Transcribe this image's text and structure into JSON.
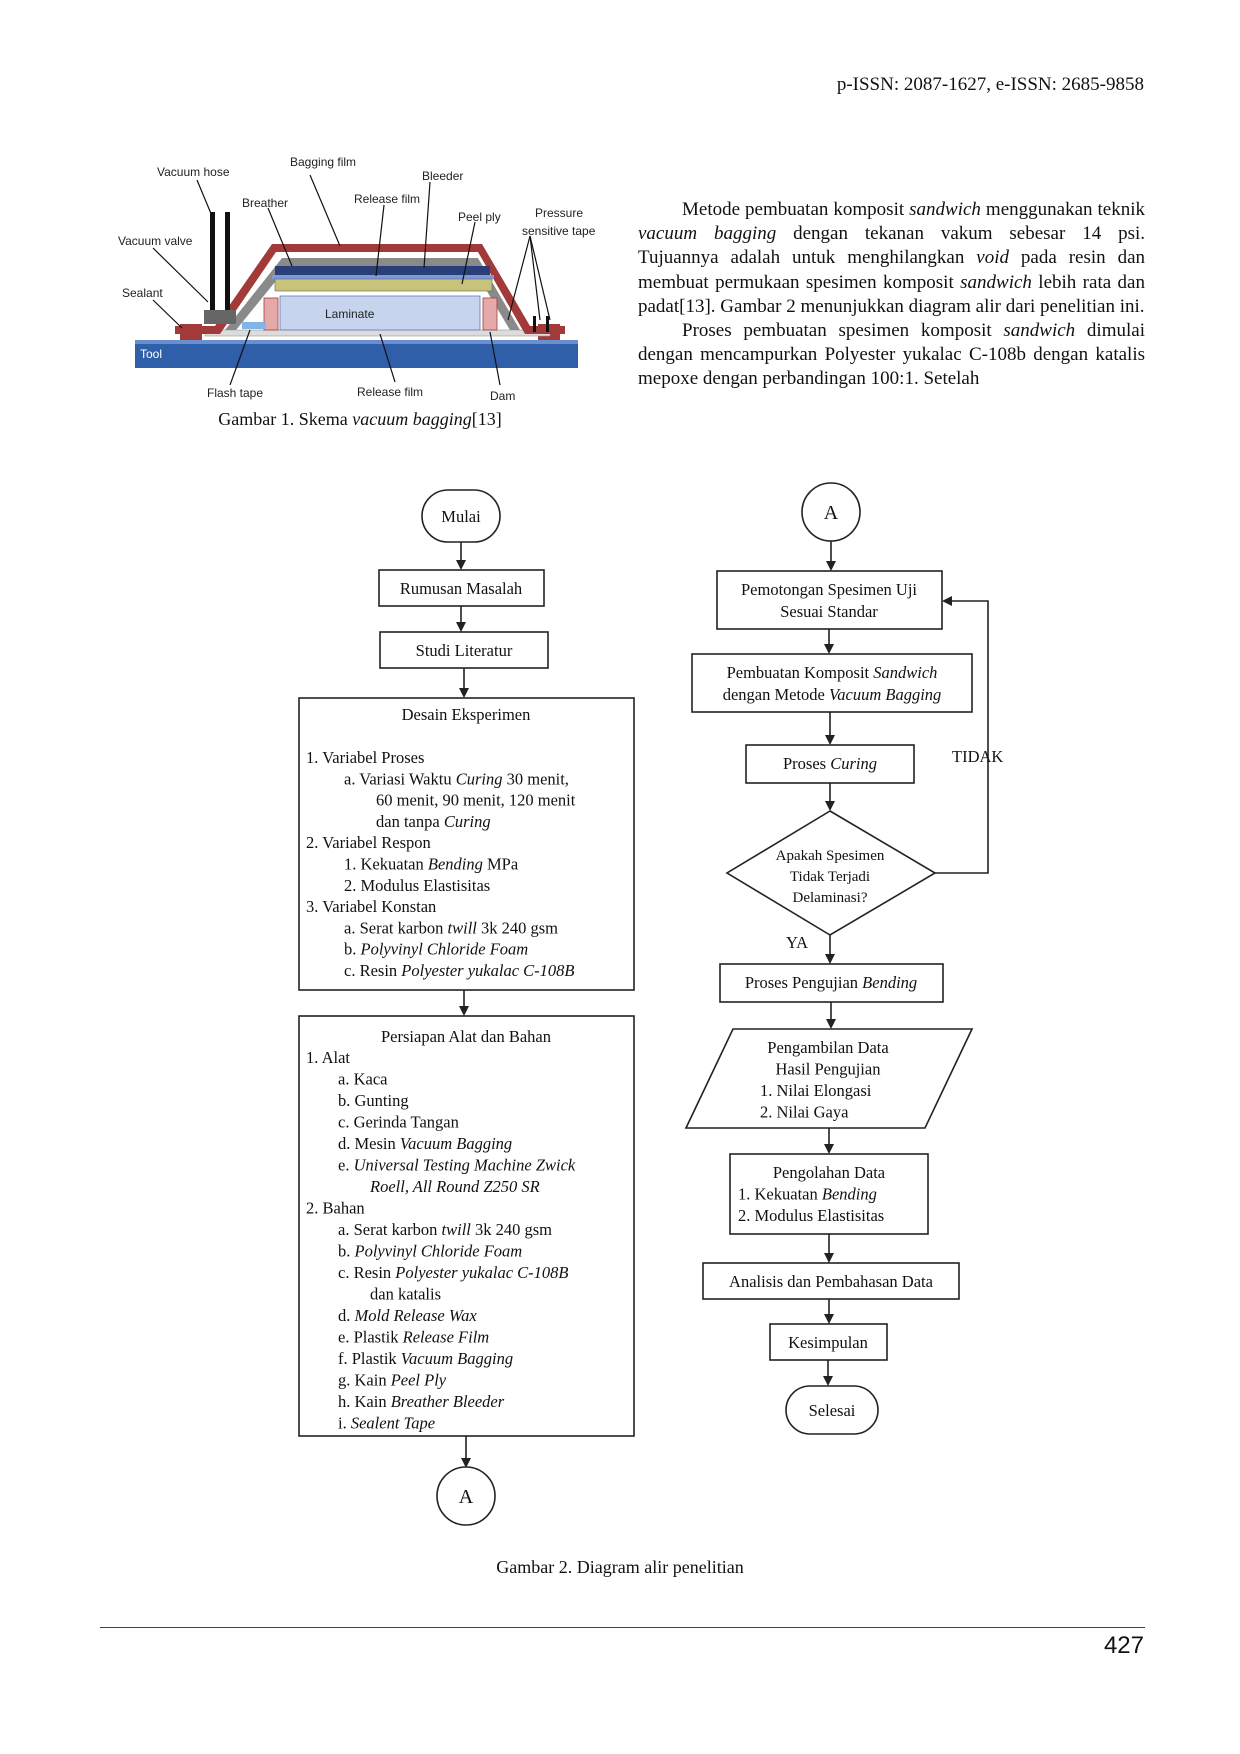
{
  "header": {
    "issn": "p-ISSN: 2087-1627, e-ISSN: 2685-9858"
  },
  "figure1": {
    "labels": {
      "vacuum_hose": "Vacuum hose",
      "bagging_film": "Bagging film",
      "bleeder": "Bleeder",
      "breather": "Breather",
      "release_film_top": "Release film",
      "peel_ply": "Peel ply",
      "pressure_tape_1": "Pressure",
      "pressure_tape_2": "sensitive tape",
      "vacuum_valve": "Vacuum valve",
      "sealant": "Sealant",
      "laminate": "Laminate",
      "tool": "Tool",
      "flash_tape": "Flash tape",
      "release_film_bottom": "Release film",
      "dam": "Dam"
    },
    "caption_prefix": "Gambar 1. Skema ",
    "caption_italic": "vacuum bagging",
    "caption_suffix": "[13]"
  },
  "body_text": {
    "p1": [
      {
        "t": "Metode pembuatan komposit "
      },
      {
        "t": "sandwich",
        "i": true
      },
      {
        "t": " menggunakan teknik "
      },
      {
        "t": "vacuum bagging",
        "i": true
      },
      {
        "t": " dengan tekanan vakum sebesar 14 psi. Tujuannya adalah untuk menghilangkan "
      },
      {
        "t": "void",
        "i": true
      },
      {
        "t": " pada resin dan membuat permukaan spesimen komposit "
      },
      {
        "t": "sandwich",
        "i": true
      },
      {
        "t": " lebih rata dan padat[13]. Gambar 2 menunjukkan diagram alir dari penelitian ini."
      }
    ],
    "p2": [
      {
        "t": "Proses pembuatan spesimen komposit "
      },
      {
        "t": "sandwich",
        "i": true
      },
      {
        "t": " dimulai dengan mencampurkan Polyester yukalac C-108b dengan katalis mepoxe dengan perbandingan 100:1. Setelah"
      }
    ]
  },
  "flowchart": {
    "left": {
      "start": "Mulai",
      "rumusan": "Rumusan Masalah",
      "studi": "Studi Literatur",
      "desain_title": "Desain Eksperimen",
      "desain_lines": [
        [
          {
            "t": "1.   Variabel Proses"
          }
        ],
        [
          {
            "t": "a.   Variasi Waktu "
          },
          {
            "t": "Curing",
            "i": true
          },
          {
            "t": " 30 menit,"
          }
        ],
        [
          {
            "t": "60 menit, 90 menit, 120 menit"
          }
        ],
        [
          {
            "t": "dan tanpa "
          },
          {
            "t": "Curing",
            "i": true
          }
        ],
        [
          {
            "t": "2.   Variabel Respon"
          }
        ],
        [
          {
            "t": "1.   Kekuatan "
          },
          {
            "t": "Bending",
            "i": true
          },
          {
            "t": " MPa"
          }
        ],
        [
          {
            "t": "2.   Modulus Elastisitas"
          }
        ],
        [
          {
            "t": "3.   Variabel Konstan"
          }
        ],
        [
          {
            "t": "a.   Serat karbon "
          },
          {
            "t": "twill",
            "i": true
          },
          {
            "t": " 3k 240 gsm"
          }
        ],
        [
          {
            "t": "b.   "
          },
          {
            "t": "Polyvinyl Chloride Foam",
            "i": true
          }
        ],
        [
          {
            "t": "c.   Resin "
          },
          {
            "t": "Polyester yukalac C-108B",
            "i": true
          }
        ]
      ],
      "persiapan_title": "Persiapan Alat dan Bahan",
      "persiapan_lines": [
        [
          {
            "t": "1.   Alat"
          }
        ],
        [
          {
            "t": "a.   Kaca"
          }
        ],
        [
          {
            "t": "b.   Gunting"
          }
        ],
        [
          {
            "t": "c.   Gerinda Tangan"
          }
        ],
        [
          {
            "t": "d.   Mesin "
          },
          {
            "t": "Vacuum Bagging",
            "i": true
          }
        ],
        [
          {
            "t": "e.   "
          },
          {
            "t": "Universal Testing Machine Zwick",
            "i": true
          }
        ],
        [
          {
            "t": "Roell, All Round Z250 SR",
            "i": true
          }
        ],
        [
          {
            "t": "2.   Bahan"
          }
        ],
        [
          {
            "t": "a.   Serat karbon "
          },
          {
            "t": "twill",
            "i": true
          },
          {
            "t": " 3k 240 gsm"
          }
        ],
        [
          {
            "t": "b.   "
          },
          {
            "t": "Polyvinyl Chloride Foam",
            "i": true
          }
        ],
        [
          {
            "t": "c.   Resin "
          },
          {
            "t": "Polyester yukalac C-108B",
            "i": true
          }
        ],
        [
          {
            "t": "dan katalis"
          }
        ],
        [
          {
            "t": "d.   "
          },
          {
            "t": "Mold Release Wax",
            "i": true
          }
        ],
        [
          {
            "t": "e.   Plastik "
          },
          {
            "t": "Release Film",
            "i": true
          }
        ],
        [
          {
            "t": "f.   Plastik "
          },
          {
            "t": "Vacuum Bagging",
            "i": true
          }
        ],
        [
          {
            "t": "g.   Kain "
          },
          {
            "t": "Peel Ply",
            "i": true
          }
        ],
        [
          {
            "t": "h.   Kain "
          },
          {
            "t": "Breather Bleeder",
            "i": true
          }
        ],
        [
          {
            "t": "i.   "
          },
          {
            "t": "Sealent Tape",
            "i": true
          }
        ]
      ],
      "connector": "A"
    },
    "right": {
      "connector": "A",
      "pemotongan": [
        "Pemotongan Spesimen Uji",
        "Sesuai Standar"
      ],
      "pembuatan": [
        [
          {
            "t": "Pembuatan Komposit  "
          },
          {
            "t": "Sandwich",
            "i": true
          }
        ],
        [
          {
            "t": "dengan Metode "
          },
          {
            "t": "Vacuum Bagging",
            "i": true
          }
        ]
      ],
      "curing": [
        {
          "t": "Proses "
        },
        {
          "t": "Curing",
          "i": true
        }
      ],
      "decision": [
        "Apakah Spesimen",
        "Tidak Terjadi",
        "Delaminasi?"
      ],
      "no_label": "TIDAK",
      "yes_label": "YA",
      "pengujian": [
        {
          "t": "Proses Pengujian "
        },
        {
          "t": "Bending",
          "i": true
        }
      ],
      "pengambilan": [
        [
          {
            "t": "Pengambilan Data"
          }
        ],
        [
          {
            "t": "Hasil Pengujian"
          }
        ],
        [
          {
            "t": "1.   Nilai Elongasi"
          }
        ],
        [
          {
            "t": "2.   Nilai Gaya"
          }
        ]
      ],
      "pengolahan": [
        [
          {
            "t": "Pengolahan Data"
          }
        ],
        [
          {
            "t": "1.   Kekuatan "
          },
          {
            "t": "Bending",
            "i": true
          }
        ],
        [
          {
            "t": "2.   Modulus Elastisitas"
          }
        ]
      ],
      "analisis": "Analisis dan Pembahasan Data",
      "kesimpulan": "Kesimpulan",
      "end": "Selesai"
    },
    "caption": "Gambar 2. Diagram alir penelitian"
  },
  "footer": {
    "page_number": "427"
  },
  "colors": {
    "bagging_film": "#a33a3a",
    "tool": "#2f5fa8",
    "laminate": "#c6d4ee",
    "dam": "#e6a9a9",
    "breather": "#8a8a8a"
  }
}
